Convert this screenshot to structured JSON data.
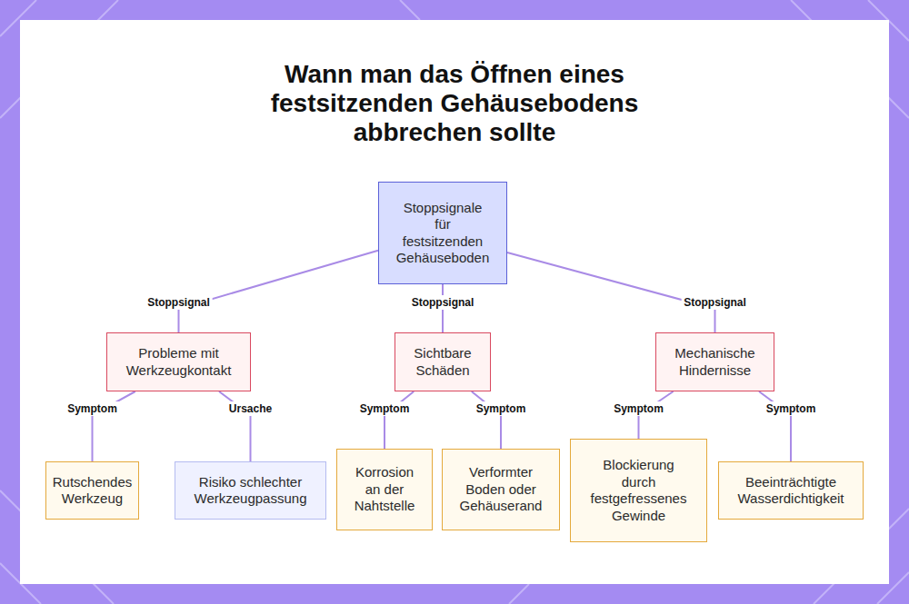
{
  "diagram": {
    "title": "Wann man das Öffnen eines festsitzenden Gehäusebodens abbrechen sollte",
    "nodes": [
      {
        "text": [
          "Stoppsignale für festsitzenden Gehäuseboden"
        ]
      },
      {
        "text": [
          "Probleme mit Werkzeugkontakt"
        ]
      },
      {
        "text": [
          "Sichtbare Schäden"
        ]
      },
      {
        "text": [
          "Mechanische Hindernisse"
        ]
      },
      {
        "text": [
          "Rutschendes Werkzeug"
        ]
      },
      {
        "text": [
          "Risiko schlechter Werkzeugpassung"
        ]
      },
      {
        "text": [
          "Korrosion an der Nahtstelle"
        ]
      },
      {
        "text": [
          "Verformter Boden oder Gehäuserand"
        ]
      },
      {
        "text": [
          "Blockierung durch festgefressenes Gewinde"
        ]
      },
      {
        "text": [
          "Beeinträchtigte Wasserdichtigkeit"
        ]
      }
    ],
    "edges": [
      {
        "from": 0,
        "to": 1,
        "label": "Stoppsignal",
        "arrow": "none"
      },
      {
        "from": 0,
        "to": 2,
        "label": "Stoppsignal",
        "arrow": "none"
      },
      {
        "from": 0,
        "to": 3,
        "label": "Stoppsignal",
        "arrow": "none"
      },
      {
        "from": 1,
        "to": 4,
        "label": "Symptom",
        "arrow": "none"
      },
      {
        "from": 1,
        "to": 5,
        "label": "Ursache",
        "arrow": "none"
      },
      {
        "from": 2,
        "to": 6,
        "label": "Symptom",
        "arrow": "none"
      },
      {
        "from": 2,
        "to": 7,
        "label": "Symptom",
        "arrow": "none"
      },
      {
        "from": 3,
        "to": 8,
        "label": "Symptom",
        "arrow": "none"
      },
      {
        "from": 3,
        "to": 9,
        "label": "Symptom",
        "arrow": "none"
      }
    ]
  }
}
